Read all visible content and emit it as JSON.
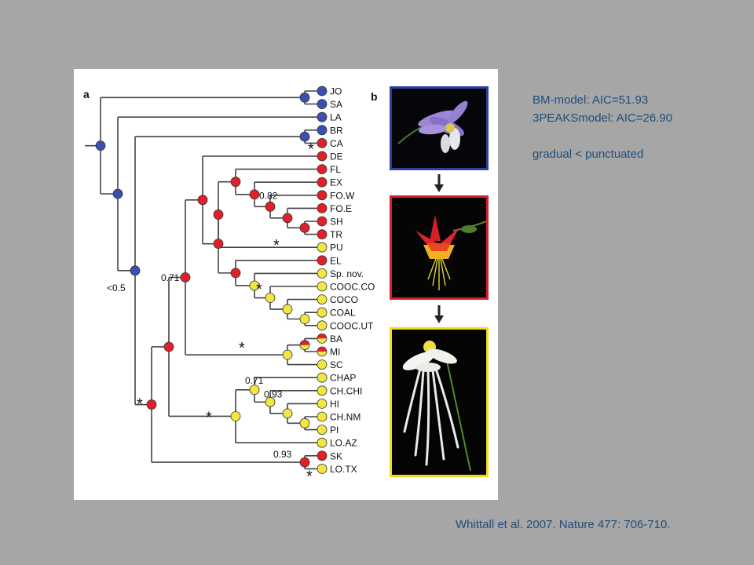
{
  "panel": {
    "label_a": "a",
    "label_b": "b"
  },
  "tree": {
    "taxa": [
      "JO",
      "SA",
      "LA",
      "BR",
      "CA",
      "DE",
      "FL",
      "EX",
      "FO.W",
      "FO.E",
      "SH",
      "TR",
      "PU",
      "EL",
      "Sp. nov.",
      "COOC.CO",
      "COCO",
      "COAL",
      "COOC.UT",
      "BA",
      "MI",
      "SC",
      "CHAP",
      "CH.CHI",
      "HI",
      "CH.NM",
      "PI",
      "LO.AZ",
      "SK",
      "LO.TX"
    ],
    "tip_states": [
      "blue",
      "blue",
      "blue",
      "blue",
      "red",
      "red",
      "red",
      "red",
      "red",
      "red",
      "red",
      "red",
      "yellow",
      "red",
      "yellow",
      "yellow",
      "yellow",
      "yellow",
      "yellow",
      "red-yellow",
      "red-yellow",
      "yellow",
      "yellow",
      "yellow",
      "yellow",
      "yellow",
      "yellow",
      "yellow",
      "red",
      "yellow"
    ],
    "support_labels": [
      "0.82",
      "0.71",
      "<0.5",
      "0.71",
      "0.93",
      "0.93"
    ],
    "shift_marker": "*"
  },
  "colors": {
    "blue_state": "#3a4fb0",
    "red_state": "#e0202a",
    "yellow_state": "#f2e640",
    "frame_blue": "#2f3f9e",
    "frame_red": "#d42026",
    "frame_yellow": "#f2dc1a",
    "text_accent": "#1f4e79",
    "background": "#a6a6a6"
  },
  "info": {
    "line1": "BM-model: AIC=51.93",
    "line2": "3PEAKSmodel: AIC=26.90",
    "line3": "gradual < punctuated"
  },
  "citation": "Whittall et al. 2007. Nature 477: 706-710.",
  "photos": [
    "blue-flower-photo",
    "red-flower-photo",
    "white-yellow-flower-photo"
  ]
}
